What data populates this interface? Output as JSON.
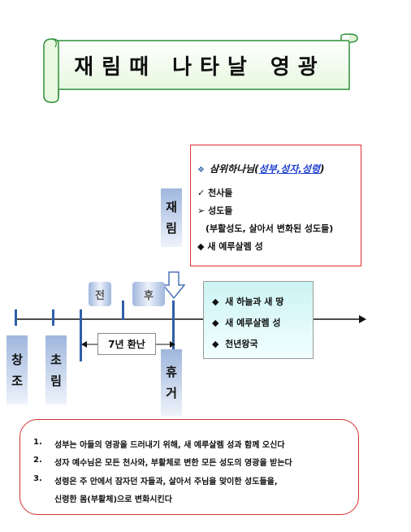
{
  "title": "재림때 나타날 영광",
  "right_box": {
    "line1_prefix": "삼위하나님(",
    "line1_paren": "성부,성자,성령",
    "line1_suffix": ")",
    "line2": "천사들",
    "line3": "성도들",
    "line4": "(부활성도, 살아서 변화된 성도들)",
    "line5": "새 예루살렘 성"
  },
  "labels": {
    "jaerim": [
      "재",
      "림"
    ],
    "changjo": [
      "창",
      "조"
    ],
    "chorim": [
      "초",
      "림"
    ],
    "hugeo": [
      "휴",
      "거"
    ],
    "jeon": "전",
    "hu": "후",
    "seven_years": "7년 환난"
  },
  "cyan_box": {
    "items": [
      "새 하늘과 새 땅",
      "새 예루살렘 성",
      "천년왕국"
    ]
  },
  "notes": [
    {
      "num": "1.",
      "text": "성부는 아들의 영광을 드러내기 위해, 새 예루살렘 성과 함께 오신다"
    },
    {
      "num": "2.",
      "text": "성자 예수님은 모든 천사와, 부활체로 변한 모든 성도의 영광을 받는다"
    },
    {
      "num": "3.",
      "text": "성령은 주 안에서 잠자던 자들과, 살아서 주님을 맞이한 성도들을,",
      "text2": "신령한 몸(부활체)으로 변화시킨다"
    }
  ],
  "colors": {
    "banner_border": "#2f8f3a",
    "banner_fill": "#eafbe4",
    "box_red": "#e03030",
    "timeline_blue": "#2f5fa8",
    "cyan": "#ccf3f3"
  }
}
